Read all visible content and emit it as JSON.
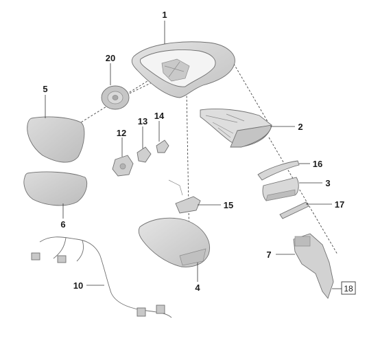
{
  "labels": {
    "p1": "1",
    "p2": "2",
    "p3": "3",
    "p4": "4",
    "p5": "5",
    "p6": "6",
    "p7": "7",
    "p10": "10",
    "p12": "12",
    "p13": "13",
    "p14": "14",
    "p15": "15",
    "p16": "16",
    "p17": "17",
    "p18": "18",
    "p20": "20"
  },
  "colors": {
    "part_fill": "#d4d4d4",
    "part_shade": "#b8b8b8",
    "line": "#333333"
  }
}
